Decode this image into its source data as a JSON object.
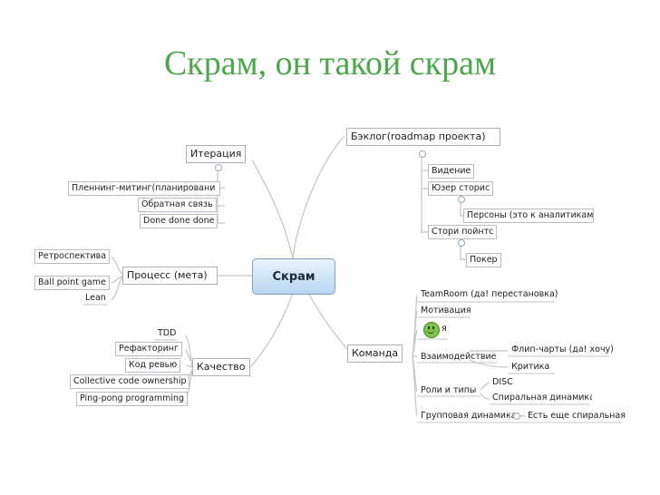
{
  "title": "Скрам, он такой скрам",
  "center": "Скрам",
  "left": {
    "iteration": {
      "label": "Итерация",
      "items": [
        "Пленнинг-митинг(планировани",
        "Обратная связь",
        "Done done done"
      ]
    },
    "process": {
      "label": "Процесс (мета)",
      "items": [
        "Ретроспектива",
        "Ball point game",
        "Lean"
      ]
    },
    "quality": {
      "label": "Качество",
      "items": [
        "TDD",
        "Рефакторинг",
        "Код ревью",
        "Collective code ownership",
        "Ping-pong programming"
      ]
    }
  },
  "right": {
    "backlog": {
      "label": "Бэклог(roadmap проекта)",
      "items": [
        "Видение",
        "Юзер сторис",
        "Персоны (это к аналитикам)",
        "Стори пойнтс",
        "Покер"
      ]
    },
    "team": {
      "label": "Команда",
      "items": [
        "TeamRoom (да! перестановка)",
        "Мотивация",
        "я",
        "Взаимодействие",
        "Флип-чарты (да! хочу)",
        "Критика",
        "Роли и типы",
        "DISC",
        "Спиральная динамика",
        "Групповая динамика",
        "Есть еще спиральная"
      ]
    }
  }
}
